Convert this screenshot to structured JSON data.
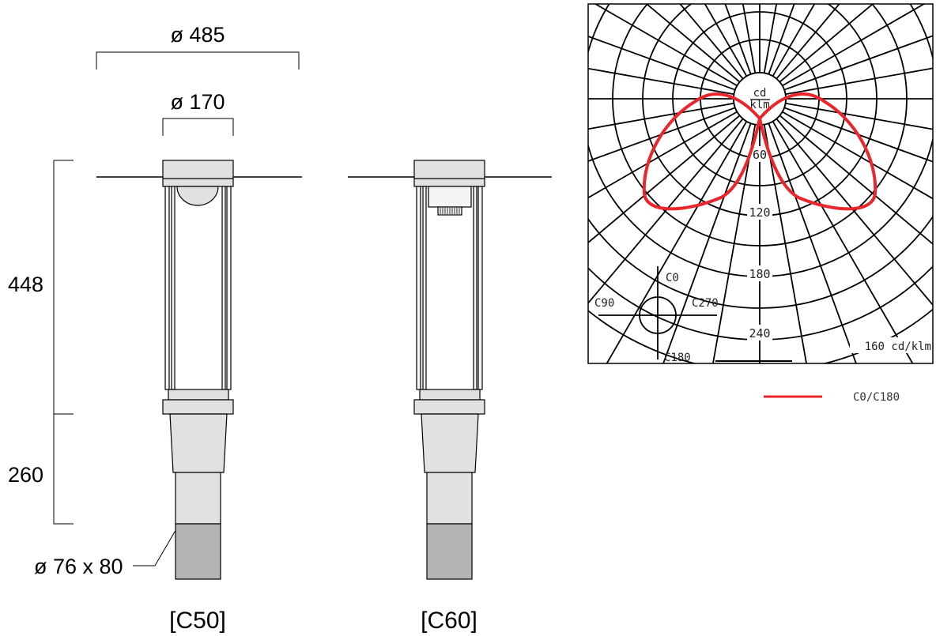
{
  "dimensions": {
    "outer_diameter": "ø 485",
    "inner_diameter": "ø 170",
    "upper_height": "448",
    "lower_height": "260",
    "base": "ø 76 x 80"
  },
  "variants": [
    {
      "label": "[C50]"
    },
    {
      "label": "[C60]"
    }
  ],
  "polar": {
    "unit_top": "cd",
    "unit_bottom": "klm",
    "ring_labels": [
      "60",
      "120",
      "180",
      "240"
    ],
    "ring_values": [
      60,
      120,
      180,
      240
    ],
    "max_label": "160 cd/klm",
    "axis_labels": {
      "c0": "C0",
      "c90": "C90",
      "c270": "C270",
      "c180": "C180"
    },
    "legend": {
      "label": "C0/C180",
      "color": "#e8262b"
    }
  },
  "colors": {
    "body": "#e1e1e1",
    "base": "#b5b5b5",
    "line": "#000000"
  }
}
